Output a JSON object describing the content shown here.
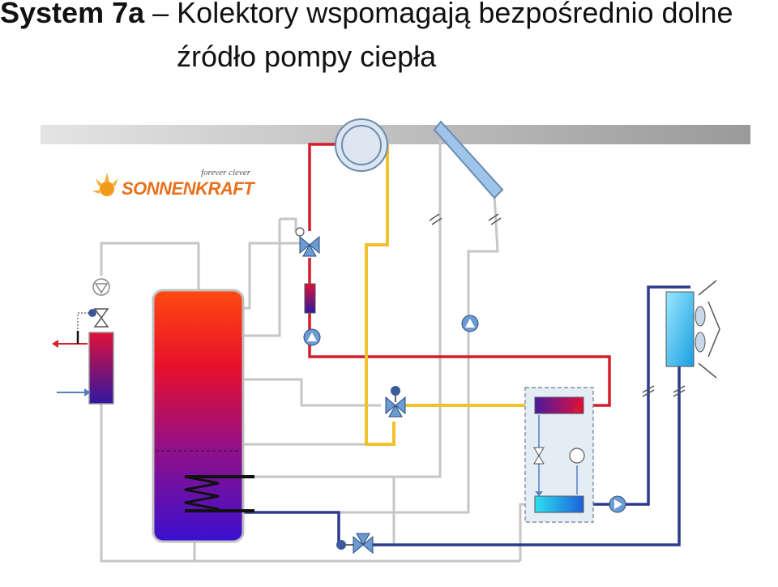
{
  "title": {
    "system": "System 7a",
    "separator": " – ",
    "line1": "Kolektory wspomagają bezpośrednio dolne",
    "line2": "źródło pompy ciepła"
  },
  "logo": {
    "brand": "SONNENKRAFT",
    "tagline": "forever clever"
  },
  "colors": {
    "hot": "#d21f2a",
    "solar": "#f2c12e",
    "cold": "#2e3a8c",
    "grey": "#c6c6c6",
    "component": "#6b9bd1",
    "logo": "#e8701a"
  }
}
